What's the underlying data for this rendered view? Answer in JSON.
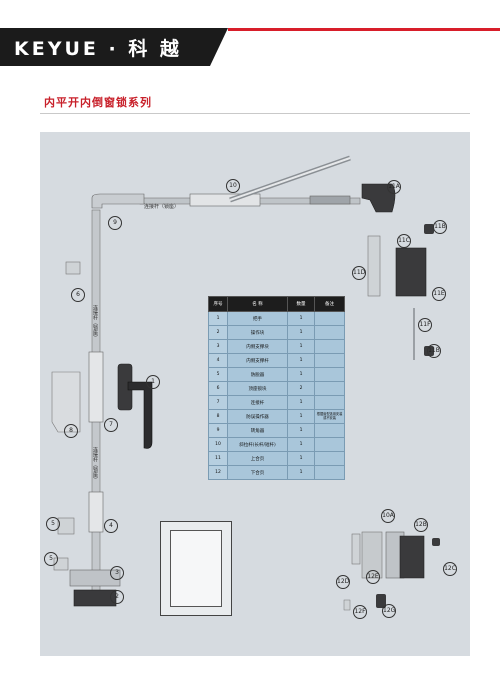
{
  "header": {
    "brand": "KEYUE · 科 越",
    "series_title": "内平开内倒窗锁系列"
  },
  "table": {
    "headers": [
      "序号",
      "名 称",
      "数量",
      "备注"
    ],
    "rows": [
      {
        "no": "1",
        "name": "把手",
        "qty": "1",
        "note": ""
      },
      {
        "no": "2",
        "name": "操作块",
        "qty": "1",
        "note": ""
      },
      {
        "no": "3",
        "name": "内侧支撑块",
        "qty": "1",
        "note": ""
      },
      {
        "no": "4",
        "name": "内侧支撑杆",
        "qty": "1",
        "note": ""
      },
      {
        "no": "5",
        "name": "防脱器",
        "qty": "1",
        "note": ""
      },
      {
        "no": "6",
        "name": "顶座锁块",
        "qty": "2",
        "note": ""
      },
      {
        "no": "7",
        "name": "连接杆",
        "qty": "1",
        "note": ""
      },
      {
        "no": "8",
        "name": "防误操作器",
        "qty": "1",
        "note": "根据窗型选用安装或不安装"
      },
      {
        "no": "9",
        "name": "转角器",
        "qty": "1",
        "note": ""
      },
      {
        "no": "10",
        "name": "斜拉杆(长杆/短杆)",
        "qty": "1",
        "note": ""
      },
      {
        "no": "11",
        "name": "上合页",
        "qty": "1",
        "note": ""
      },
      {
        "no": "12",
        "name": "下合页",
        "qty": "1",
        "note": ""
      }
    ]
  },
  "callouts": {
    "c1": "1",
    "c2": "2",
    "c3": "3",
    "c4": "4",
    "c5": "5",
    "c6": "6",
    "c7": "7",
    "c8": "8",
    "c9": "9",
    "c10": "10",
    "c11a": "11A",
    "c11b": "11B",
    "c11c": "11C",
    "c11d": "11D",
    "c11e": "11E",
    "c11f": "11F",
    "c11b2": "11B",
    "c12a": "10A",
    "c12b": "12B",
    "c12c": "12C",
    "c12d": "12D",
    "c12e": "12E",
    "c12f": "12F",
    "c12g": "12G"
  },
  "labels": {
    "top_bar": "连接杆（锁座）",
    "vert_1": "连接杆（锁座）",
    "vert_2": "连接杆（锁座）"
  },
  "colors": {
    "brand_bar": "#1b1b1b",
    "accent_red": "#d81e2a",
    "panel_bg": "#d6dbe0",
    "table_cell": "#a9c6da",
    "table_header": "#1d1d1d"
  }
}
